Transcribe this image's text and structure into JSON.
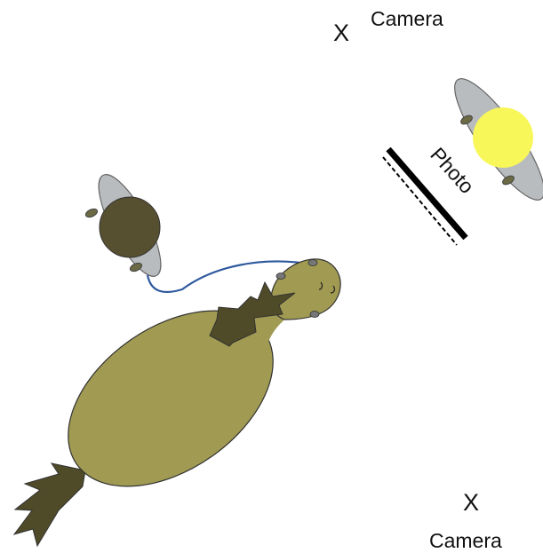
{
  "labels": {
    "camera_top_marker": "X",
    "camera_top": "Camera",
    "camera_bottom_marker": "X",
    "camera_bottom": "Camera",
    "photo": "Photo"
  },
  "colors": {
    "horse_body": "#a09a52",
    "horse_dark": "#4f4a28",
    "outline": "#333333",
    "person_head_dark": "#564f30",
    "person_head_yellow": "#f7f75a",
    "person_shoulders": "#b9bcbe",
    "rope": "#2f5a9e",
    "photo_board": "#000000"
  },
  "icons": {
    "horse": "horse-top-view",
    "handler": "person-top-view",
    "photographer": "person-top-view",
    "photo_board": "photo-board"
  }
}
